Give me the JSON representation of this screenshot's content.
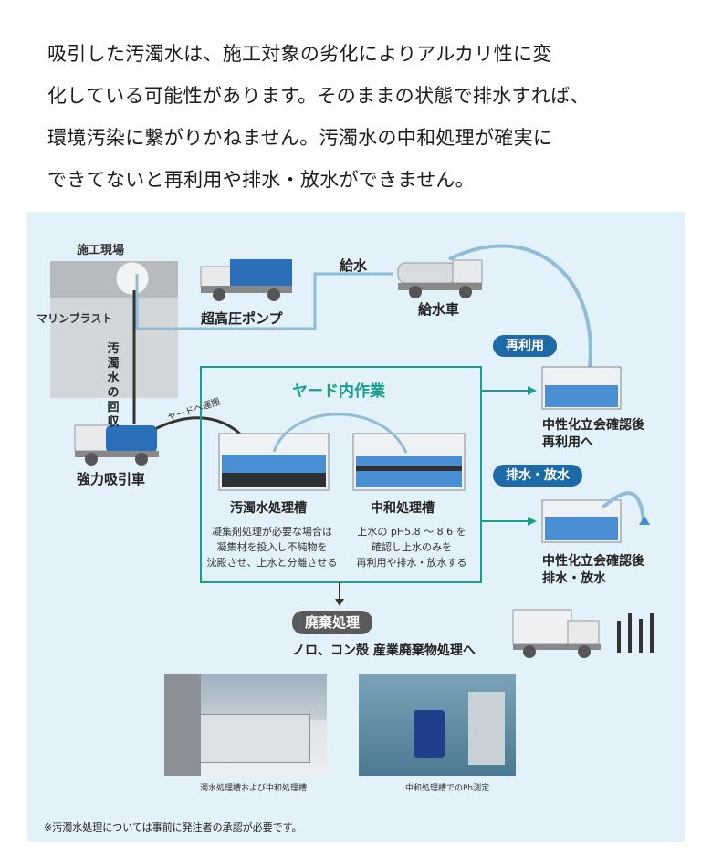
{
  "intro": [
    "吸引した汚濁水は、施工対象の劣化によりアルカリ性に変",
    "化している可能性があります。そのままの状態で排水すれば、",
    "環境汚染に繋がりかねません。汚濁水の中和処理が確実に",
    "できてないと再利用や排水・放水ができません。"
  ],
  "site": {
    "title": "施工現場",
    "blast": "マリンブラスト",
    "recover_vertical": "汚濁水の回収"
  },
  "pump": {
    "label": "超高圧ポンプ",
    "supply": "給水"
  },
  "water_truck": {
    "label": "給水車"
  },
  "suction_truck": {
    "label": "強力吸引車",
    "transport": "ヤードへ運搬"
  },
  "yard": {
    "title": "ヤード内作業",
    "tank1": {
      "label": "汚濁水処理槽",
      "desc": [
        "凝集剤処理が必要な場合は",
        "凝集材を投入し不純物を",
        "沈殿させ、上水と分離させる"
      ]
    },
    "tank2": {
      "label": "中和処理槽",
      "desc": [
        "上水の pH5.8 ～ 8.6 を",
        "確認し上水のみを",
        "再利用や排水・放水する"
      ]
    }
  },
  "reuse": {
    "badge": "再利用",
    "text": [
      "中性化立会確認後",
      "再利用へ"
    ]
  },
  "discharge": {
    "badge": "排水・放水",
    "text": [
      "中性化立会確認後",
      "排水・放水"
    ]
  },
  "waste": {
    "badge": "廃棄処理",
    "text": "ノロ、コン殻 産業廃棄物処理へ"
  },
  "photos": {
    "left_caption": "濁水処理槽および中和処理槽",
    "right_caption": "中和処理槽でのPh測定"
  },
  "footnote": "※汚濁水処理については事前に発注者の承認が必要です。",
  "colors": {
    "accent_teal": "#17a08c",
    "badge_blue": "#1e6aa8",
    "panel_bg": "#e3f1fa",
    "pipe": "#8fbcd6",
    "truck_blue": "#2a6fb8"
  }
}
